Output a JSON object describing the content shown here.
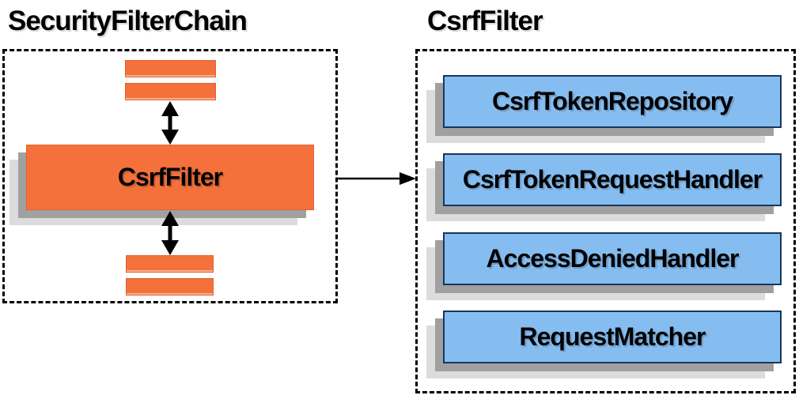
{
  "diagram": {
    "left_panel": {
      "title": "SecurityFilterChain",
      "main_filter": {
        "label": "CsrfFilter"
      },
      "chain_bars": {
        "above_count": 2,
        "below_count": 2
      }
    },
    "right_panel": {
      "title": "CsrfFilter",
      "components": [
        {
          "label": "CsrfTokenRepository"
        },
        {
          "label": "CsrfTokenRequestHandler"
        },
        {
          "label": "AccessDeniedHandler"
        },
        {
          "label": "RequestMatcher"
        }
      ]
    },
    "colors": {
      "orange_fill": "#F4713B",
      "orange_border": "#E2612F",
      "blue_fill": "#85BDF1",
      "blue_border": "#17365D",
      "shadow_dark": "#A0A0A0",
      "shadow_light": "#DCDCDC",
      "outline_black": "#000000"
    }
  }
}
